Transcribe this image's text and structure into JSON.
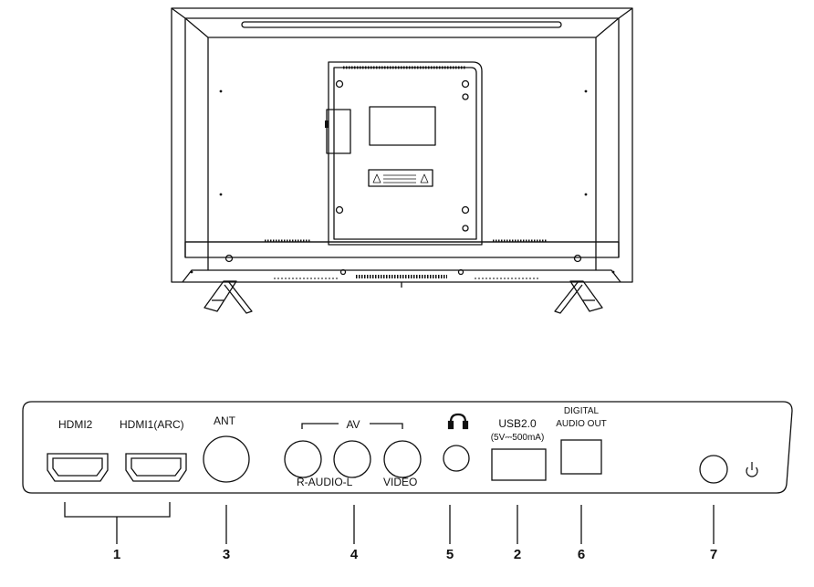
{
  "ports": {
    "hdmi2": "HDMI2",
    "hdmi1": "HDMI1(ARC)",
    "ant": "ANT",
    "av": "AV",
    "r_audio_l": "R-AUDIO-L",
    "video": "VIDEO",
    "usb": "USB2.0",
    "usb_spec": "(5V⎓500mA)",
    "digital_line1": "DIGITAL",
    "digital_line2": "AUDIO OUT"
  },
  "callouts": {
    "c1": "1",
    "c3": "3",
    "c4": "4",
    "c5": "5",
    "c2": "2",
    "c6": "6",
    "c7": "7"
  },
  "icons": [
    "headphone-icon",
    "power-icon",
    "warning-icon"
  ],
  "colors": {
    "line": "#111111",
    "background": "#ffffff"
  }
}
